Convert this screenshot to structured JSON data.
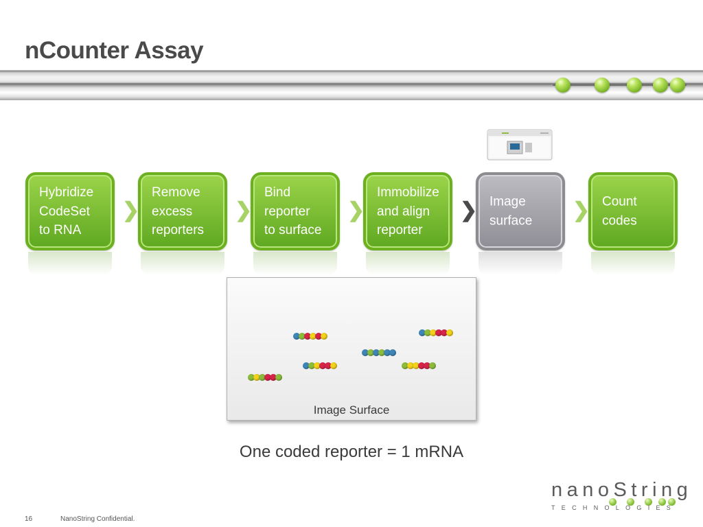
{
  "slide": {
    "title": "nCounter Assay",
    "page_number": "16",
    "confidential": "NanoString Confidential."
  },
  "steps": [
    {
      "label": "Hybridize\nCodeSet\nto RNA",
      "color": "green"
    },
    {
      "label": "Remove\nexcess\nreporters",
      "color": "green"
    },
    {
      "label": "Bind\nreporter\nto surface",
      "color": "green"
    },
    {
      "label": "Immobilize\nand align\nreporter",
      "color": "green"
    },
    {
      "label": "Image\nsurface",
      "color": "gray"
    },
    {
      "label": "Count\ncodes",
      "color": "green"
    }
  ],
  "surface": {
    "label": "Image Surface"
  },
  "caption": "One coded reporter = 1 mRNA",
  "logo": {
    "name": "nanoString",
    "tagline": "TECHNOLOGIES"
  },
  "colors": {
    "green": "#6cb01f",
    "gray": "#8f8e96",
    "bead_blue": "#3f86b8",
    "bead_green": "#8cbd3a",
    "bead_red": "#d6244a",
    "bead_yellow": "#f2d21a"
  }
}
